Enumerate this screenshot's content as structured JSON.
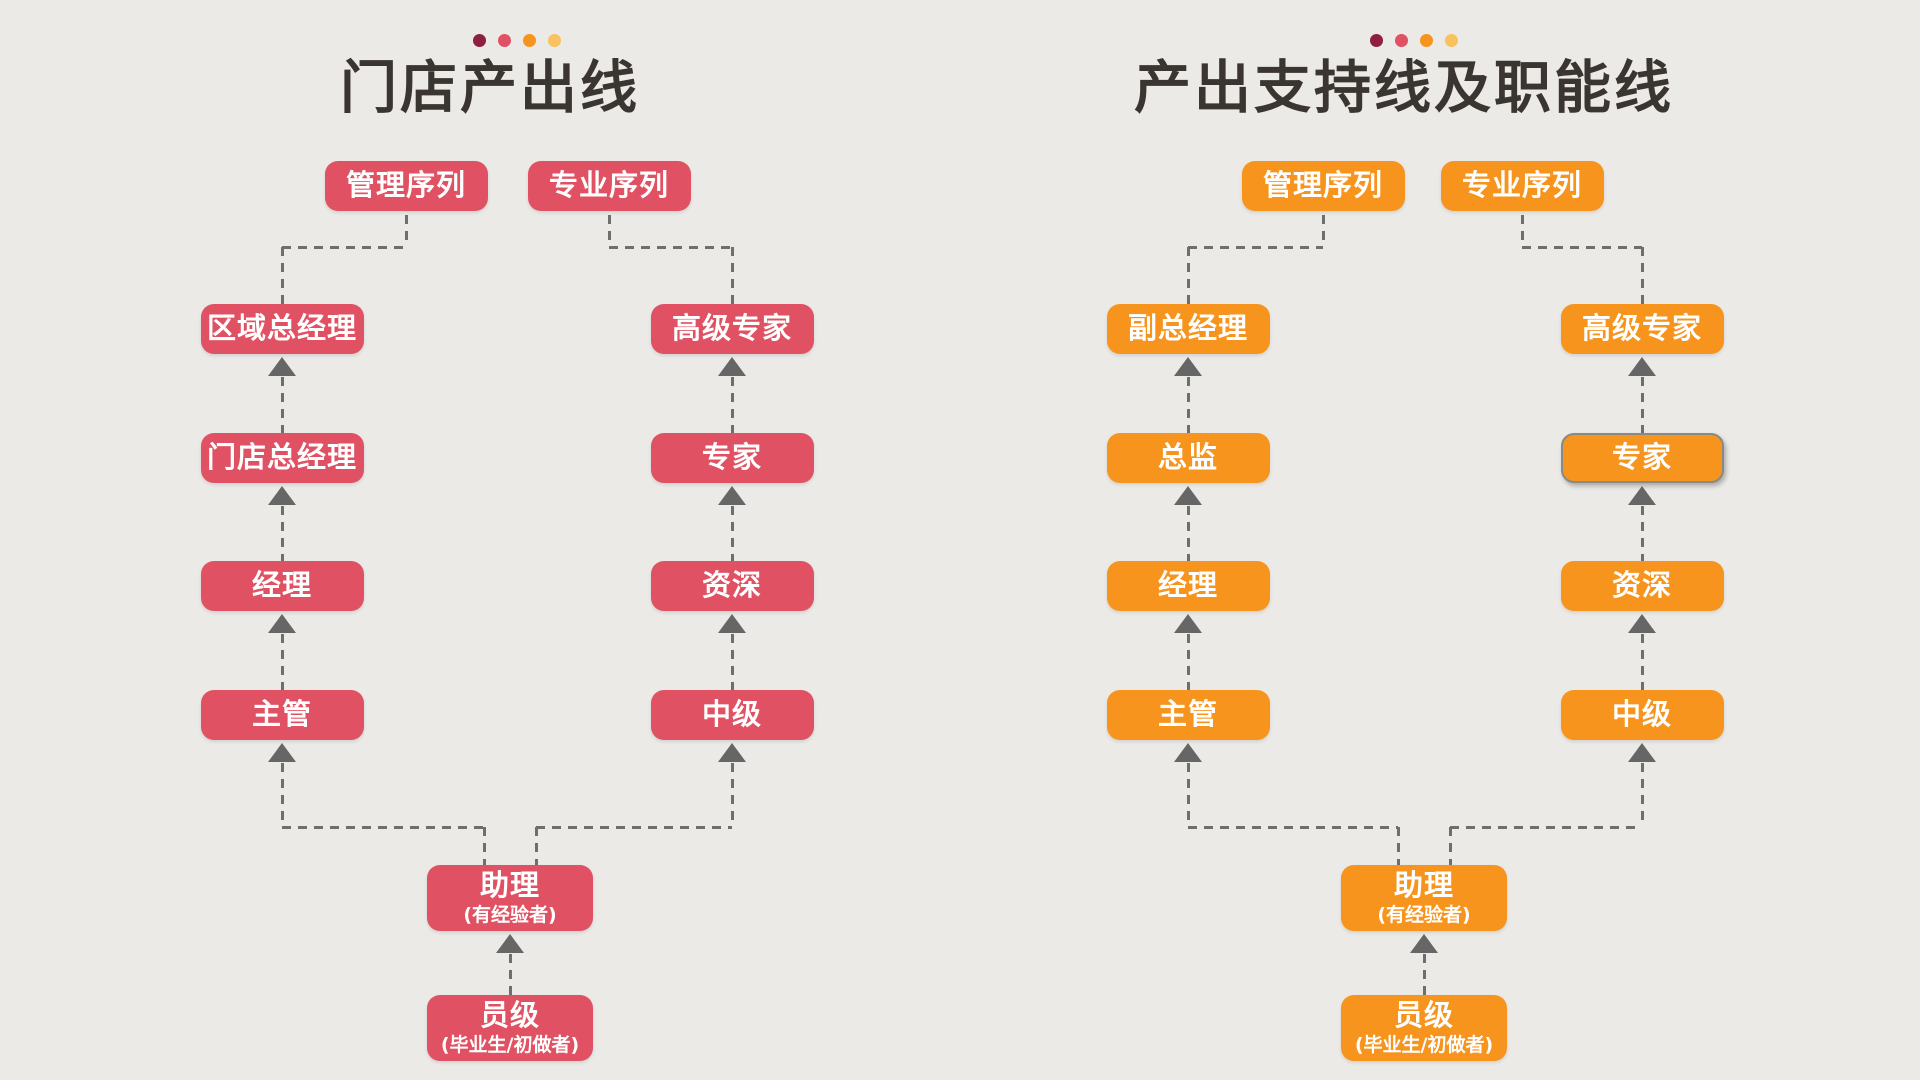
{
  "colors": {
    "background": "#ebeae7",
    "red_accent": "#e05263",
    "orange_accent": "#f7941e",
    "title_text": "#3a3531",
    "connector_gray": "#6e6e6e",
    "arrow_gray": "#666666",
    "node_text": "#ffffff",
    "highlight_border": "#8a8a85"
  },
  "decorative_dots": [
    "#8e1f3f",
    "#e05263",
    "#f7941e",
    "#f9c25f"
  ],
  "panels": [
    {
      "id": "store-output-line",
      "title": "门店产出线",
      "accent": "#e05263",
      "headers": {
        "management": "管理序列",
        "professional": "专业序列"
      },
      "management_track": [
        "区域总经理",
        "门店总经理",
        "经理",
        "主管"
      ],
      "professional_track": [
        "高级专家",
        "专家",
        "资深",
        "中级"
      ],
      "shared_track": [
        {
          "label": "助理",
          "sublabel": "(有经验者)"
        },
        {
          "label": "员级",
          "sublabel": "(毕业生/初做者)"
        }
      ]
    },
    {
      "id": "support-and-function-line",
      "title": "产出支持线及职能线",
      "accent": "#f7941e",
      "headers": {
        "management": "管理序列",
        "professional": "专业序列"
      },
      "management_track": [
        "副总经理",
        "总监",
        "经理",
        "主管"
      ],
      "professional_track": [
        "高级专家",
        "专家",
        "资深",
        "中级"
      ],
      "shared_track": [
        {
          "label": "助理",
          "sublabel": "(有经验者)"
        },
        {
          "label": "员级",
          "sublabel": "(毕业生/初做者)"
        }
      ],
      "highlighted_node": {
        "track": "professional_track",
        "index": 1
      }
    }
  ]
}
